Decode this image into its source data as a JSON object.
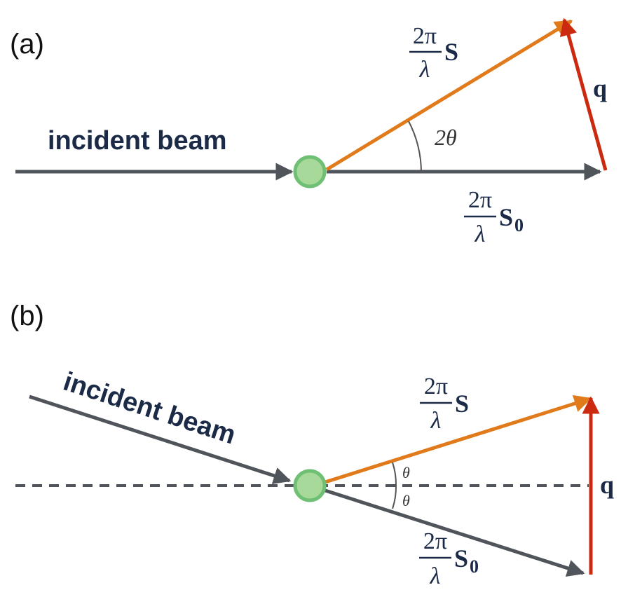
{
  "panels": {
    "a": {
      "label": "(a)",
      "incident_beam": "incident beam",
      "scattered_vector": {
        "numerator": "2π",
        "denominator": "λ",
        "symbol": "S"
      },
      "incident_vector": {
        "numerator": "2π",
        "denominator": "λ",
        "symbol": "S",
        "subscript": "0"
      },
      "angle": "2θ",
      "q": "q"
    },
    "b": {
      "label": "(b)",
      "incident_beam": "incident beam",
      "scattered_vector": {
        "numerator": "2π",
        "denominator": "λ",
        "symbol": "S"
      },
      "incident_vector": {
        "numerator": "2π",
        "denominator": "λ",
        "symbol": "S",
        "subscript": "0"
      },
      "angle_upper": "θ",
      "angle_lower": "θ",
      "q": "q"
    }
  },
  "colors": {
    "beam_gray": "#50545b",
    "scattered_orange": "#e07a1b",
    "q_red": "#cc2a10",
    "scatterer_fill": "#a6d99a",
    "scatterer_stroke": "#6fbf74",
    "text_navy": "#1b2a47"
  }
}
